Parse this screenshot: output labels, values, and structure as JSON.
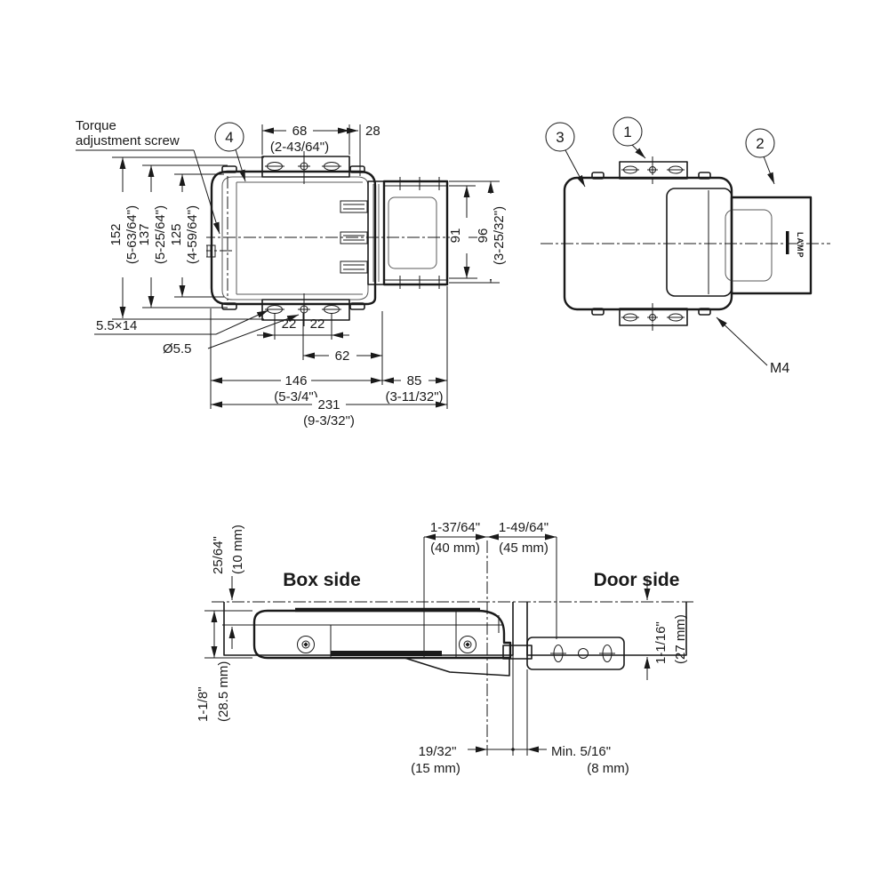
{
  "colors": {
    "line": "#1a1a1a",
    "body_fill": "#d9eaf6",
    "body_fill_light": "#e1eefa",
    "bracket_fill": "#dbe9f4",
    "cover_fill": "#d3e5f2",
    "panel_fill": "#faf5d8"
  },
  "front_view": {
    "callout_4": "4",
    "torque_label_line1": "Torque",
    "torque_label_line2": "adjustment screw",
    "slot_label": "5.5×14",
    "hole_label": "Ø5.5",
    "dim_68_mm": "68",
    "dim_68_in": "(2-43/64\")",
    "dim_28_mm": "28",
    "dim_152_mm": "152",
    "dim_152_in": "(5-63/64\")",
    "dim_137_mm": "137",
    "dim_137_in": "(5-25/64\")",
    "dim_125_mm": "125",
    "dim_125_in": "(4-59/64\")",
    "dim_91_mm": "91",
    "dim_96_mm": "96",
    "dim_96_in": "(3-25/32\")",
    "dim_22_left": "22",
    "dim_22_right": "22",
    "dim_62_mm": "62",
    "dim_146_mm": "146",
    "dim_146_in": "(5-3/4\")",
    "dim_85_mm": "85",
    "dim_85_in": "(3-11/32\")",
    "dim_231_mm": "231",
    "dim_231_in": "(9-3/32\")"
  },
  "top_view": {
    "callout_1": "1",
    "callout_2": "2",
    "callout_3": "3",
    "m4_label": "M4",
    "brand_logo": "LAMP"
  },
  "section_view": {
    "box_side_label": "Box side",
    "door_side_label": "Door side",
    "dim_40_in": "1-37/64\"",
    "dim_40_mm": "(40 mm)",
    "dim_45_in": "1-49/64\"",
    "dim_45_mm": "(45 mm)",
    "dim_10_in": "25/64\"",
    "dim_10_mm": "(10 mm)",
    "dim_28_5_in": "1-1/8\"",
    "dim_28_5_mm": "(28.5 mm)",
    "dim_27_in": "1-1/16\"",
    "dim_27_mm": "(27 mm)",
    "dim_15_in": "19/32\"",
    "dim_15_mm": "(15 mm)",
    "dim_8_in": "Min. 5/16\"",
    "dim_8_mm": "(8 mm)"
  }
}
